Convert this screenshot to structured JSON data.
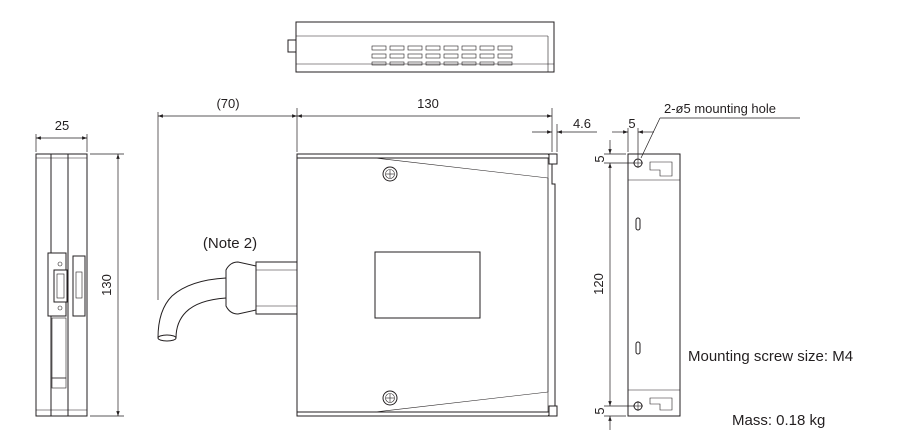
{
  "dimensions": {
    "cable_length": "(70)",
    "body_length": "130",
    "flange_offset": "4.6",
    "side_thickness": "25",
    "side_height": "130",
    "hole_offset_x": "5",
    "hole_offset_top": "5",
    "hole_pitch": "120",
    "hole_offset_bottom": "5"
  },
  "labels": {
    "mounting_hole": "2-ø5 mounting hole",
    "cable_note": "(Note 2)",
    "screw_size": "Mounting screw size: M4",
    "mass": "Mass: 0.18 kg"
  }
}
